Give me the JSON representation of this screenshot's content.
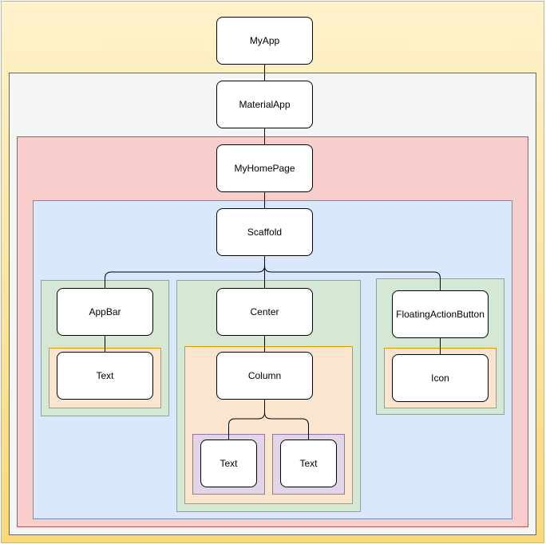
{
  "diagram": {
    "nodes": {
      "myapp": "MyApp",
      "materialapp": "MaterialApp",
      "myhomepage": "MyHomePage",
      "scaffold": "Scaffold",
      "appbar": "AppBar",
      "appbar_text": "Text",
      "center": "Center",
      "column": "Column",
      "column_text_1": "Text",
      "column_text_2": "Text",
      "fab": "FloatingActionButton",
      "icon": "Icon"
    }
  },
  "colors": {
    "myapp_region": "#fdefc0",
    "materialapp_region": "#f5f5f5",
    "myhomepage_region": "#f8cecc",
    "scaffold_region": "#dae8fc",
    "green_region": "#d5e8d4",
    "orange_region": "#fae6cf",
    "purple_region": "#e1d5e7"
  }
}
